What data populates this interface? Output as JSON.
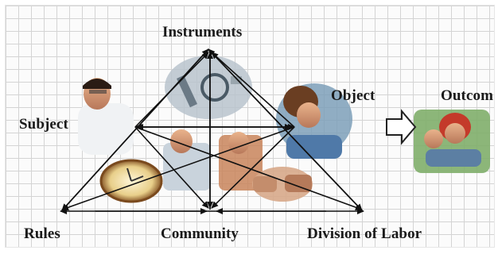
{
  "diagram": {
    "nodes": {
      "instruments": "Instruments",
      "subject": "Subject",
      "object": "Object",
      "outcome": "Outcom",
      "rules": "Rules",
      "community": "Community",
      "division_of_labor": "Division of Labor"
    },
    "colors": {
      "grid_line": "#d4d4d4",
      "arrow": "#111111",
      "label": "#1a1a1a"
    }
  }
}
